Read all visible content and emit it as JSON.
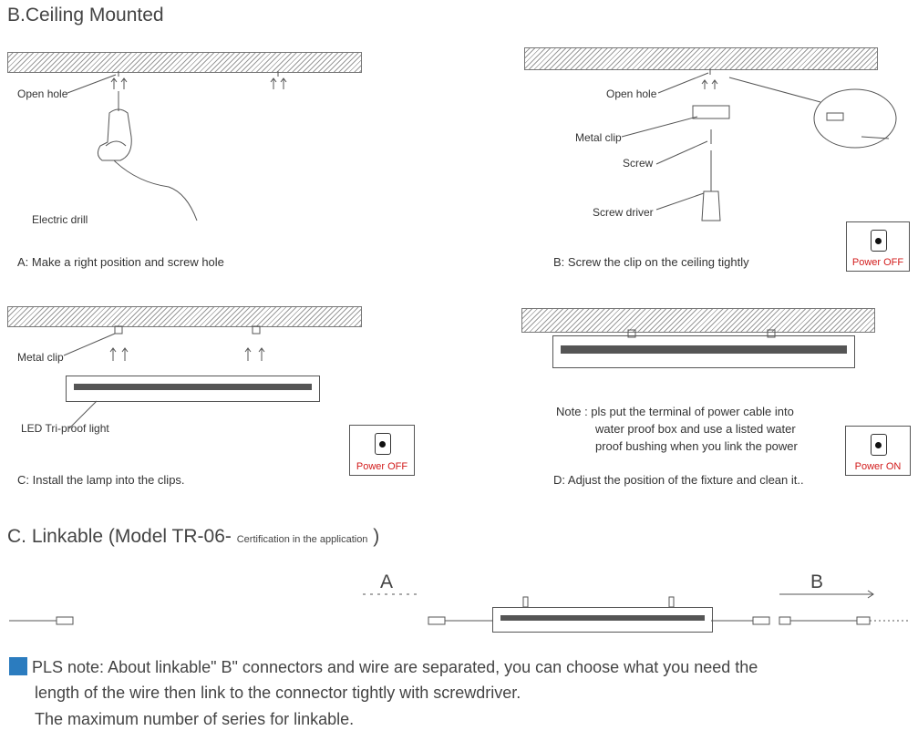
{
  "section_b": {
    "title": "B.Ceiling Mounted",
    "step_a": {
      "open_hole": "Open hole",
      "electric_drill": "Electric drill",
      "caption": "A: Make a right position and screw hole"
    },
    "step_b": {
      "open_hole": "Open hole",
      "metal_clip": "Metal clip",
      "screw": "Screw",
      "screw_driver": "Screw driver",
      "caption": "B: Screw the clip on the ceiling tightly",
      "power": "Power OFF"
    },
    "step_c": {
      "metal_clip": "Metal clip",
      "lamp_label": "LED Tri-proof light",
      "caption": "C: Install the lamp into the clips.",
      "power": "Power OFF"
    },
    "step_d": {
      "note_line1": "Note : pls put the terminal of power cable into",
      "note_line2": "water proof box and use a listed water",
      "note_line3": "proof bushing when you link the power",
      "caption": "D: Adjust the position of the fixture and clean it..",
      "power": "Power ON"
    }
  },
  "section_c": {
    "title_main": "C. Linkable (Model TR-06-",
    "title_small": "Certification in the application",
    "title_close": ")",
    "label_a": "A",
    "label_b": "B"
  },
  "pls_note": {
    "line1": "PLS note: About linkable\" B\" connectors and wire are separated, you can choose what you need the",
    "line2": "length of the wire then link to the connector tightly with screwdriver.",
    "line3": "The maximum number of series for linkable."
  },
  "colors": {
    "note_square": "#2b7cbf",
    "power_text": "#d21b1b"
  }
}
